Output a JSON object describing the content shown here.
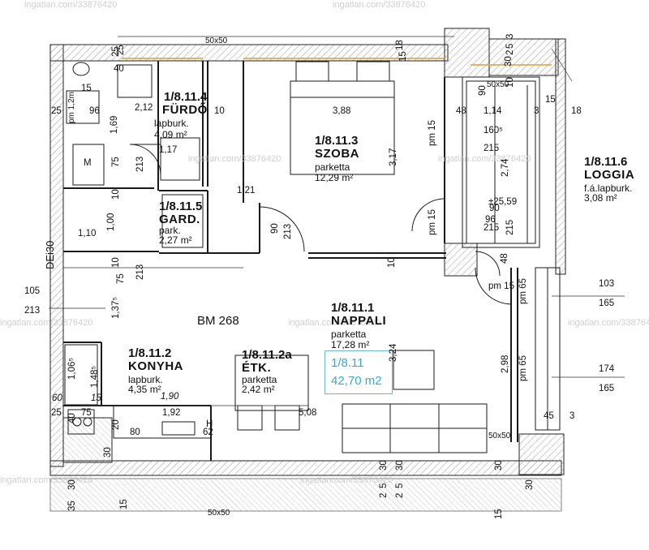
{
  "rooms": {
    "furdo": {
      "code": "1/8.11.4",
      "name": "FÜRDŐ",
      "floor": "lapburk.",
      "area": "4,09 m²"
    },
    "szoba": {
      "code": "1/8.11.3",
      "name": "SZOBA",
      "floor": "parketta",
      "area": "12,29 m²"
    },
    "gard": {
      "code": "1/8.11.5",
      "name": "GARD.",
      "floor": "park.",
      "area": "2,27 m²"
    },
    "loggia": {
      "code": "1/8.11.6",
      "name": "LOGGIA",
      "floor": "f.á.lapburk.",
      "area": "3,08 m²"
    },
    "nappali": {
      "code": "1/8.11.1",
      "name": "NAPPALI",
      "floor": "parketta",
      "area": "17,28 m²"
    },
    "konyha": {
      "code": "1/8.11.2",
      "name": "KONYHA",
      "floor": "lapburk.",
      "area": "4,35 m²"
    },
    "etk": {
      "code": "1/8.11.2a",
      "name": "ÉTK.",
      "floor": "parketta",
      "area": "2,42 m²"
    }
  },
  "summary": {
    "code": "1/8.11",
    "area": "42,70 m2"
  },
  "labels": {
    "bm": "BM 268",
    "dei": "DEi30",
    "level": "±25,59",
    "pm12": "pm 1,2m",
    "m": "M",
    "h": "H",
    "c5050_top": "50x50",
    "c5050_right": "50x50",
    "c5050_loggia": "50x50",
    "c5050_bottom": "50x50"
  },
  "dimensions": {
    "d388": "3,88",
    "d114": "1,14",
    "d1605": "160⁵",
    "d215a": "215",
    "d274": "2,74",
    "d317": "3,17",
    "d121": "1,21",
    "d110": "1,10",
    "d100": "1,00",
    "d117": "1,17",
    "d169": "1,69",
    "d212": "2,12",
    "d213a": "213",
    "d213b": "213",
    "d213c": "213",
    "d90a": "90",
    "d90b": "90",
    "d10a": "10",
    "d10b": "10",
    "d10c": "10",
    "d10d": "10",
    "d15a": "15",
    "d15b": "15",
    "d48a": "48",
    "d48b": "48",
    "d3a": "3",
    "d3b": "3",
    "d18": "18",
    "d96": "96",
    "d25a": "25",
    "d25b": "25",
    "d40": "40",
    "d105": "105",
    "d213d": "213",
    "d103": "103",
    "d165a": "165",
    "d174": "174",
    "d165b": "165",
    "d1375": "1,37⁵",
    "d75a": "75",
    "d75b": "75",
    "d1065": "1,06⁵",
    "d1485": "1,48⁵",
    "d190": "1,90",
    "d192": "1,92",
    "d62": "62",
    "d508": "5,08",
    "d80": "80",
    "d20": "20",
    "d60": "60",
    "d15c": "15",
    "d40b": "40",
    "d75c": "75",
    "d25c": "25",
    "d30a": "30",
    "d324": "3,24",
    "d298": "2,98",
    "d45": "45",
    "d3c": "3",
    "d30b": "30",
    "d30c": "30",
    "d5a": "5",
    "d5b": "5",
    "d2a": "2",
    "d2b": "2",
    "d30d": "30",
    "pm15a": "pm 15",
    "pm15b": "pm 15",
    "pm15c": "pm 15",
    "pm65a": "pm 65",
    "pm65b": "pm 65",
    "d96b": "96",
    "d215b": "215",
    "d215c": "215",
    "d90c": "90",
    "d15d": "15",
    "d18b": "18",
    "d30e": "30",
    "d10e": "10",
    "d3d": "3",
    "d2c": "2",
    "d5c": "5",
    "d25d": "25",
    "d30f": "30",
    "d35": "35",
    "d15e": "15",
    "d30g": "30",
    "d15f": "15"
  },
  "watermark": "ingatlan.com/33876420",
  "colors": {
    "wall": "#1a1a1a",
    "hatch": "#9a9a9a",
    "summary": "#3fa7c9",
    "window": "#d9a23a"
  }
}
